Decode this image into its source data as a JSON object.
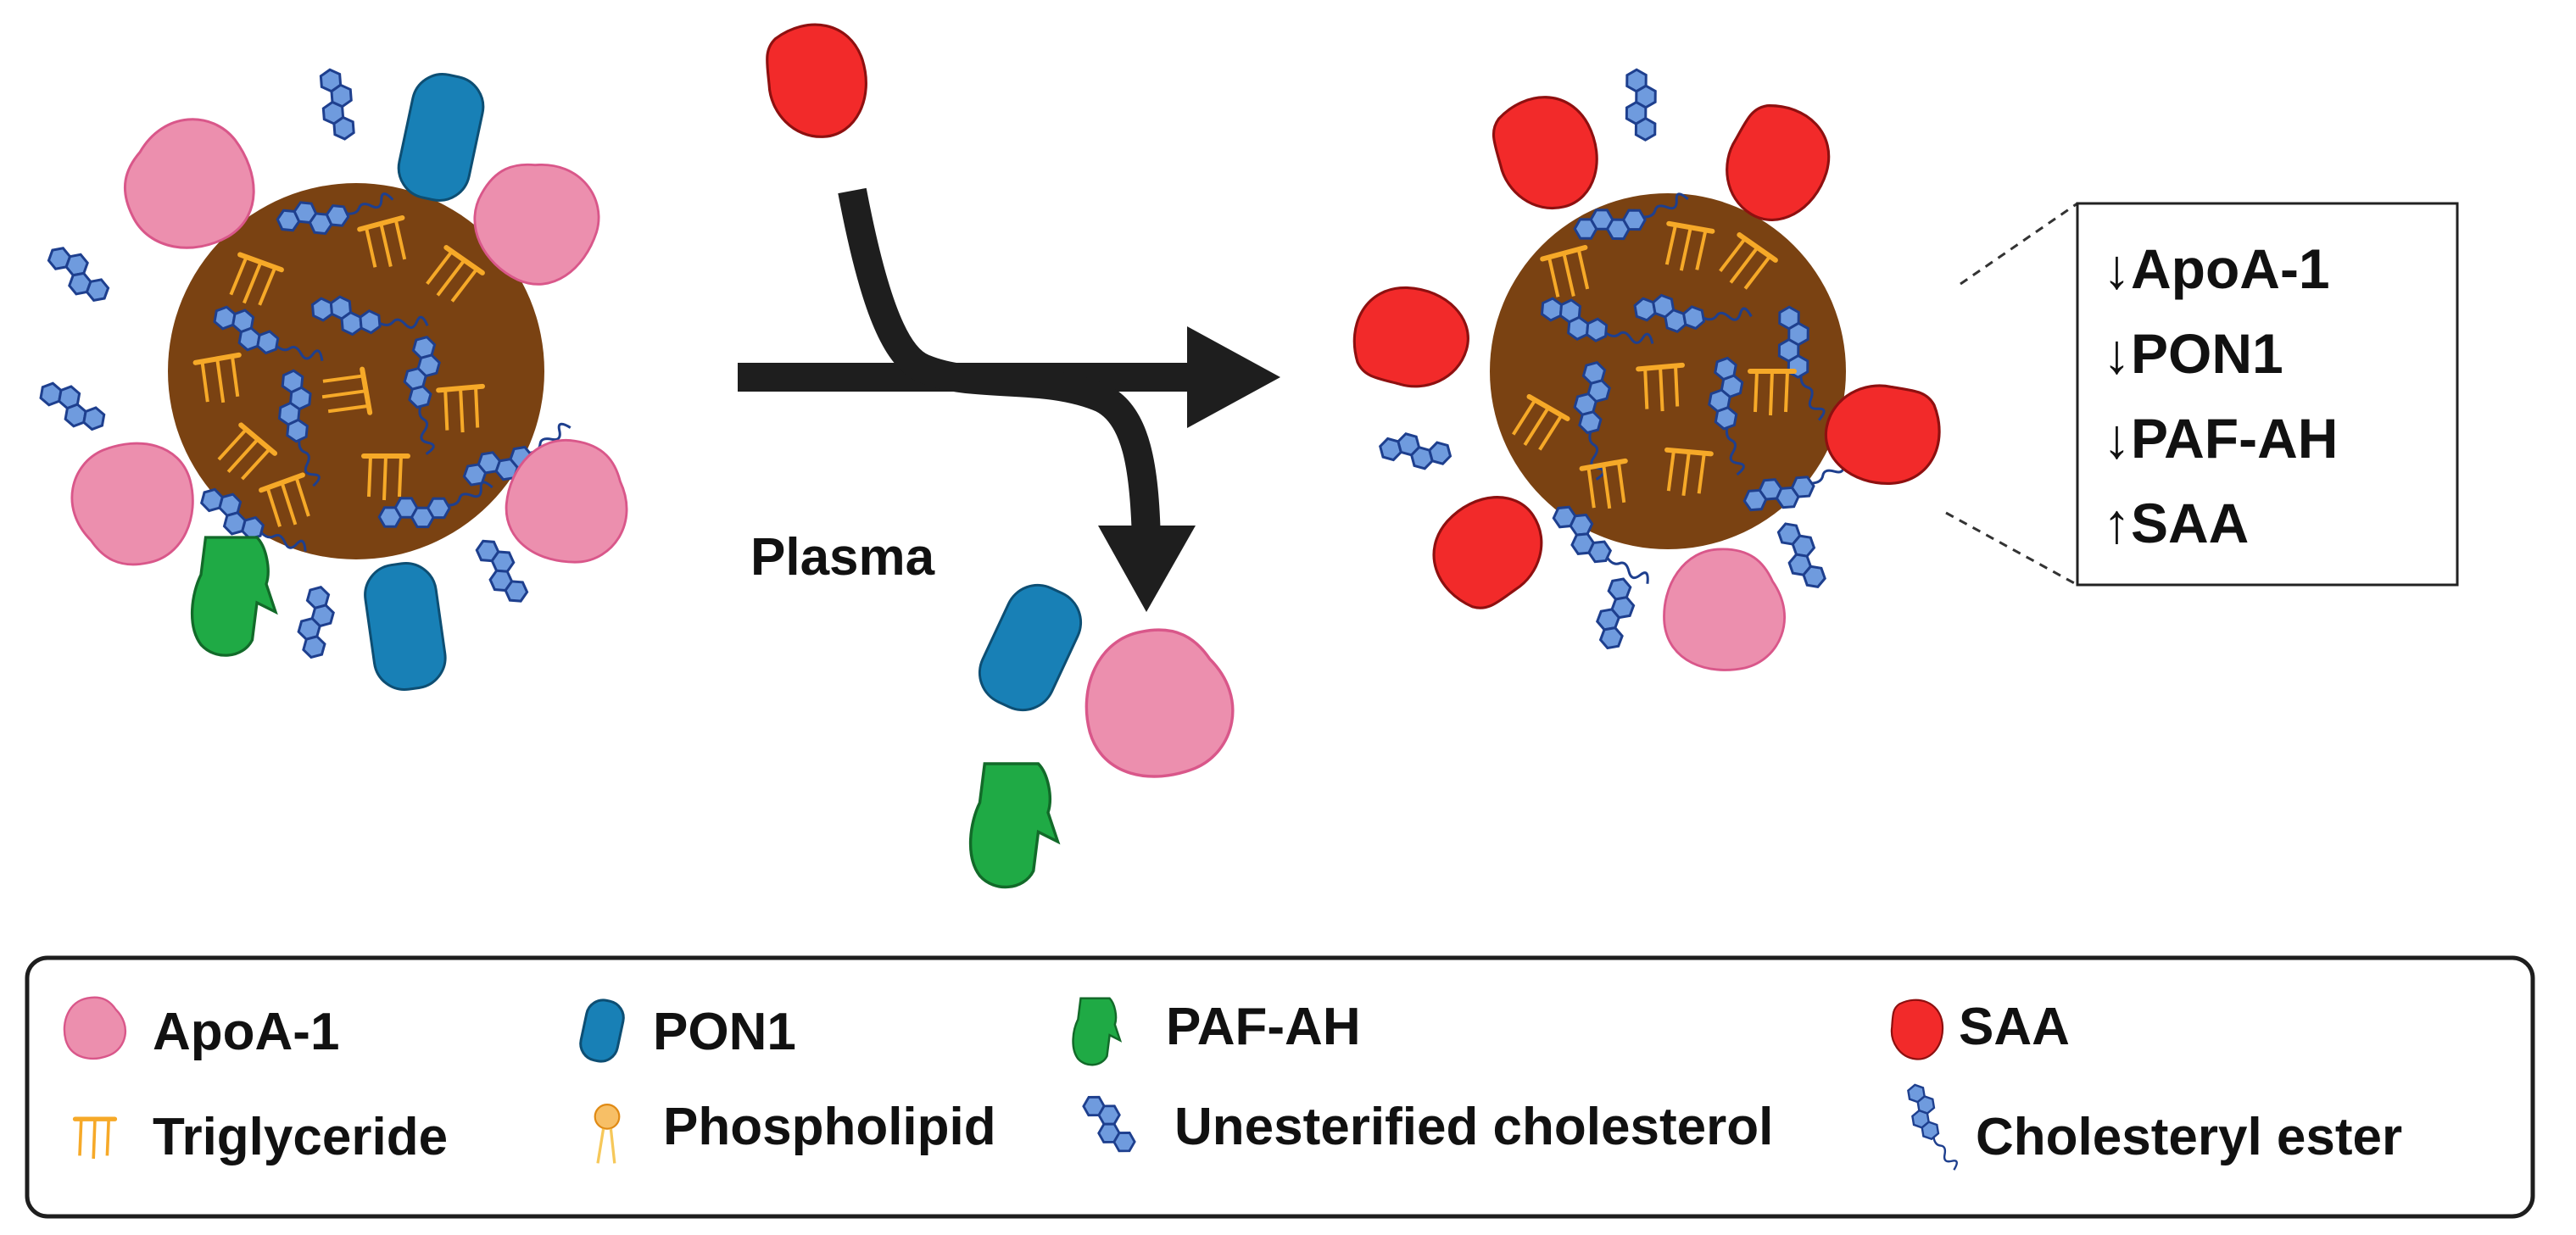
{
  "colors": {
    "apoa1": "#ec8fae",
    "apoa1_stroke": "#d9578a",
    "pon1": "#1880b6",
    "pafah": "#1faa45",
    "saa": "#f22a2a",
    "core": "#7a4212",
    "shell": "#e5a33a",
    "head": "#f7bf66",
    "head_stroke": "#e08a14",
    "tail": "#fdf3cf",
    "triglyceride": "#f6a928",
    "cholesterol_fill": "#6f9bde",
    "cholesterol_stroke": "#1e3f8e",
    "arrow": "#1e1e1e"
  },
  "diagram": {
    "plasma_label": "Plasma",
    "effects_box": {
      "lines": [
        "↓ApoA-1",
        "↓PON1",
        "↓PAF-AH",
        "↑SAA"
      ]
    }
  },
  "legend": {
    "items": [
      {
        "icon": "apoa1-icon",
        "label": "ApoA-1"
      },
      {
        "icon": "pon1-icon",
        "label": "PON1"
      },
      {
        "icon": "pafah-icon",
        "label": "PAF-AH"
      },
      {
        "icon": "saa-icon",
        "label": "SAA"
      },
      {
        "icon": "triglyceride-icon",
        "label": "Triglyceride"
      },
      {
        "icon": "phospholipid-icon",
        "label": "Phospholipid"
      },
      {
        "icon": "unesterified-cholesterol-icon",
        "label": "Unesterified cholesterol"
      },
      {
        "icon": "cholesteryl-ester-icon",
        "label": "Cholesteryl ester"
      }
    ]
  }
}
